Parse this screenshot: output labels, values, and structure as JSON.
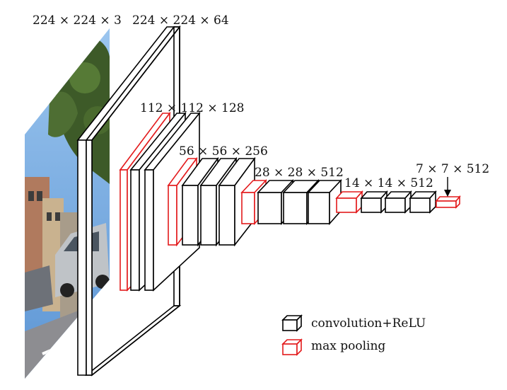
{
  "labels": {
    "input": "224 × 224 × 3",
    "block1": "224 × 224 × 64",
    "block2": "112 × 112 × 128",
    "block3": "56 × 56 × 256",
    "block4": "28 × 28 × 512",
    "block5": "14 × 14 × 512",
    "output": "7 × 7 × 512"
  },
  "legend": {
    "conv": "convolution+ReLU",
    "pool": "max pooling"
  },
  "colors": {
    "conv": "#000000",
    "pool": "#e31a1c",
    "sky": "#6aa8e0",
    "tree": "#3f5a2a",
    "road": "#8d8d91"
  }
}
